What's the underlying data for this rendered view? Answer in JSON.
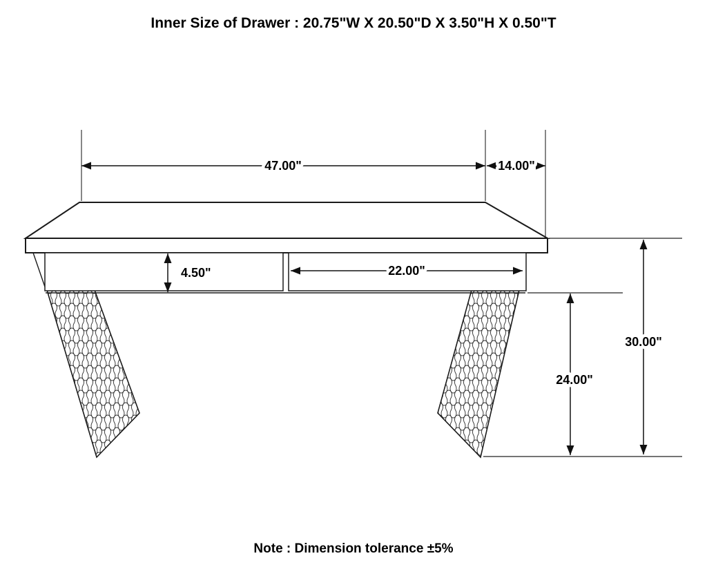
{
  "title": "Inner Size of Drawer : 20.75\"W X 20.50\"D X 3.50\"H X 0.50\"T",
  "note": "Note : Dimension tolerance ±5%",
  "dimensions": {
    "overall_width": "47.00\"",
    "depth": "14.00\"",
    "drawer_front_height": "4.50\"",
    "drawer_width": "22.00\"",
    "clearance_height": "24.00\"",
    "overall_height": "30.00\""
  },
  "colors": {
    "line": "#1a1a1a",
    "text": "#000000",
    "background": "#ffffff"
  }
}
